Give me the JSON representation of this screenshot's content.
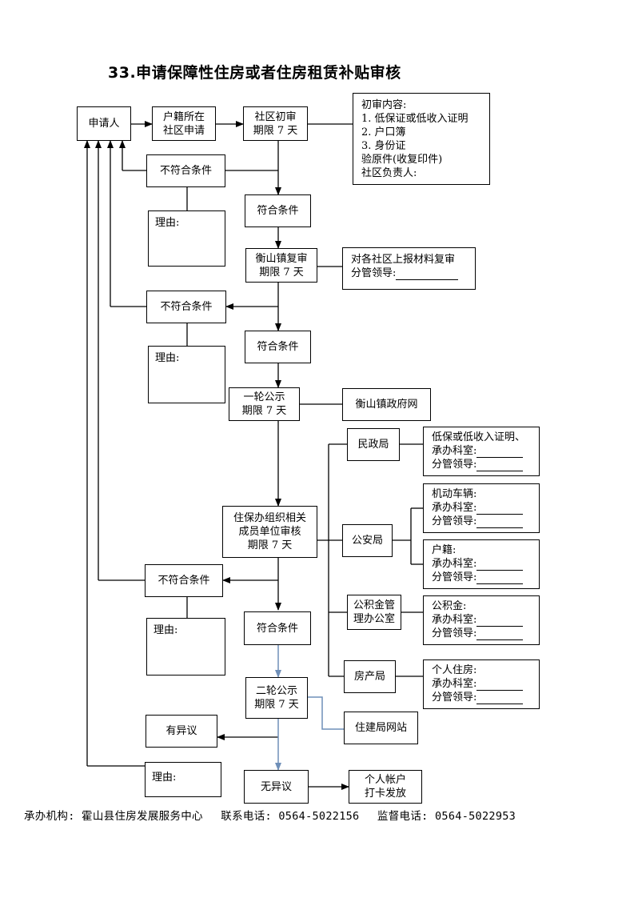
{
  "title": "33.申请保障性住房或者住房租赁补贴审核",
  "nodes": {
    "applicant": "申请人",
    "community_apply": [
      "户籍所在",
      "社区申请"
    ],
    "community_review": [
      "社区初审",
      "期限 7 天"
    ],
    "initial_content": [
      "初审内容:",
      "1. 低保证或低收入证明",
      "2. 户口簿",
      "3. 身份证",
      "验原件(收复印件)",
      "社区负责人:"
    ],
    "not_qualified": "不符合条件",
    "qualified": "符合条件",
    "reason": "理由:",
    "town_review": [
      "衡山镇复审",
      "期限 7 天"
    ],
    "town_note": [
      "对各社区上报材料复审",
      "分管领导:"
    ],
    "first_publicity": [
      "一轮公示",
      "期限 7 天"
    ],
    "town_website": "衡山镇政府网",
    "joint_review": [
      "住保办组织相关",
      "成员单位审核",
      "期限 7 天"
    ],
    "civil_affairs": "民政局",
    "civil_note": [
      "低保或低收入证明、",
      "承办科室:",
      "分管领导:"
    ],
    "police": "公安局",
    "vehicle_note": [
      "机动车辆:",
      "承办科室:",
      "分管领导:"
    ],
    "household_note": [
      "户籍:",
      "承办科室:",
      "分管领导:"
    ],
    "fund_office": [
      "公积金管",
      "理办公室"
    ],
    "fund_note": [
      "公积金:",
      "承办科室:",
      "分管领导:"
    ],
    "housing_bureau": "房产局",
    "housing_note": [
      "个人住房:",
      "承办科室:",
      "分管领导:"
    ],
    "second_publicity": [
      "二轮公示",
      "期限 7 天"
    ],
    "construction_website": "住建局网站",
    "objection": "有异议",
    "no_objection": "无异议",
    "payout": [
      "个人帐户",
      "打卡发放"
    ]
  },
  "footer": {
    "agency": "承办机构: 霍山县住房发展服务中心",
    "contact": "联系电话: 0564-5022156",
    "supervision": "监督电话: 0564-5022953"
  },
  "colors": {
    "line": "#000000",
    "blue_line": "#6f8fb8"
  }
}
